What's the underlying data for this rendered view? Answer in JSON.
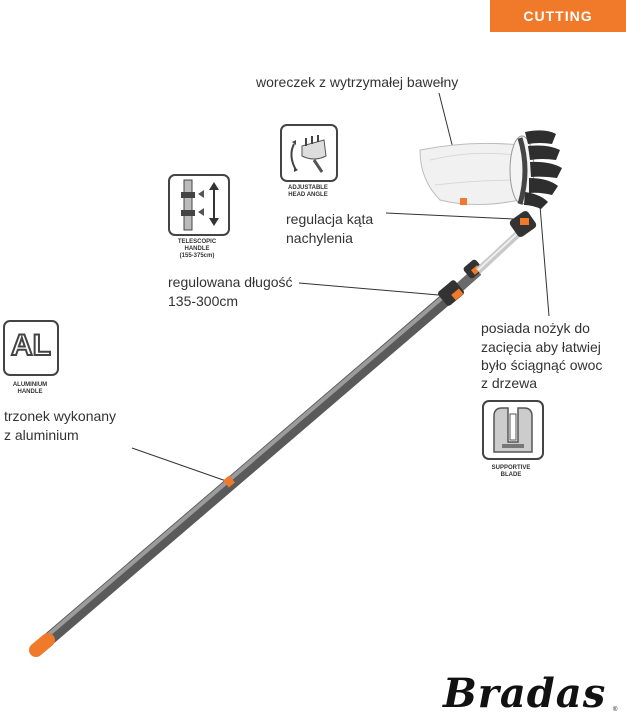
{
  "banner": {
    "label": "CUTTING"
  },
  "labels": {
    "bag": "woreczek z wytrzymałej bawełny",
    "angle_line1": "regulacja kąta",
    "angle_line2": "nachylenia",
    "length_line1": "regulowana długość",
    "length_line2": "135-300cm",
    "blade_line1": "posiada nożyk do",
    "blade_line2": "zacięcia aby łatwiej",
    "blade_line3": "było ściągnąć owoc",
    "blade_line4": "z drzewa",
    "handle_line1": "trzonek wykonany",
    "handle_line2": "z aluminium"
  },
  "icons": {
    "head_angle": {
      "cap1": "ADJUSTABLE",
      "cap2": "HEAD ANGLE"
    },
    "telescopic": {
      "cap1": "TELESCOPIC",
      "cap2": "HANDLE",
      "cap3": "(155-375cm)"
    },
    "aluminium": {
      "letters": "AL",
      "cap1": "ALUMINIUM",
      "cap2": "HANDLE"
    },
    "blade": {
      "cap1": "SUPPORTIVE",
      "cap2": "BLADE"
    }
  },
  "brand": {
    "name": "Bradas",
    "mark": "®"
  },
  "colors": {
    "accent": "#f07a2a",
    "pole": "#707070",
    "text": "#333333"
  }
}
